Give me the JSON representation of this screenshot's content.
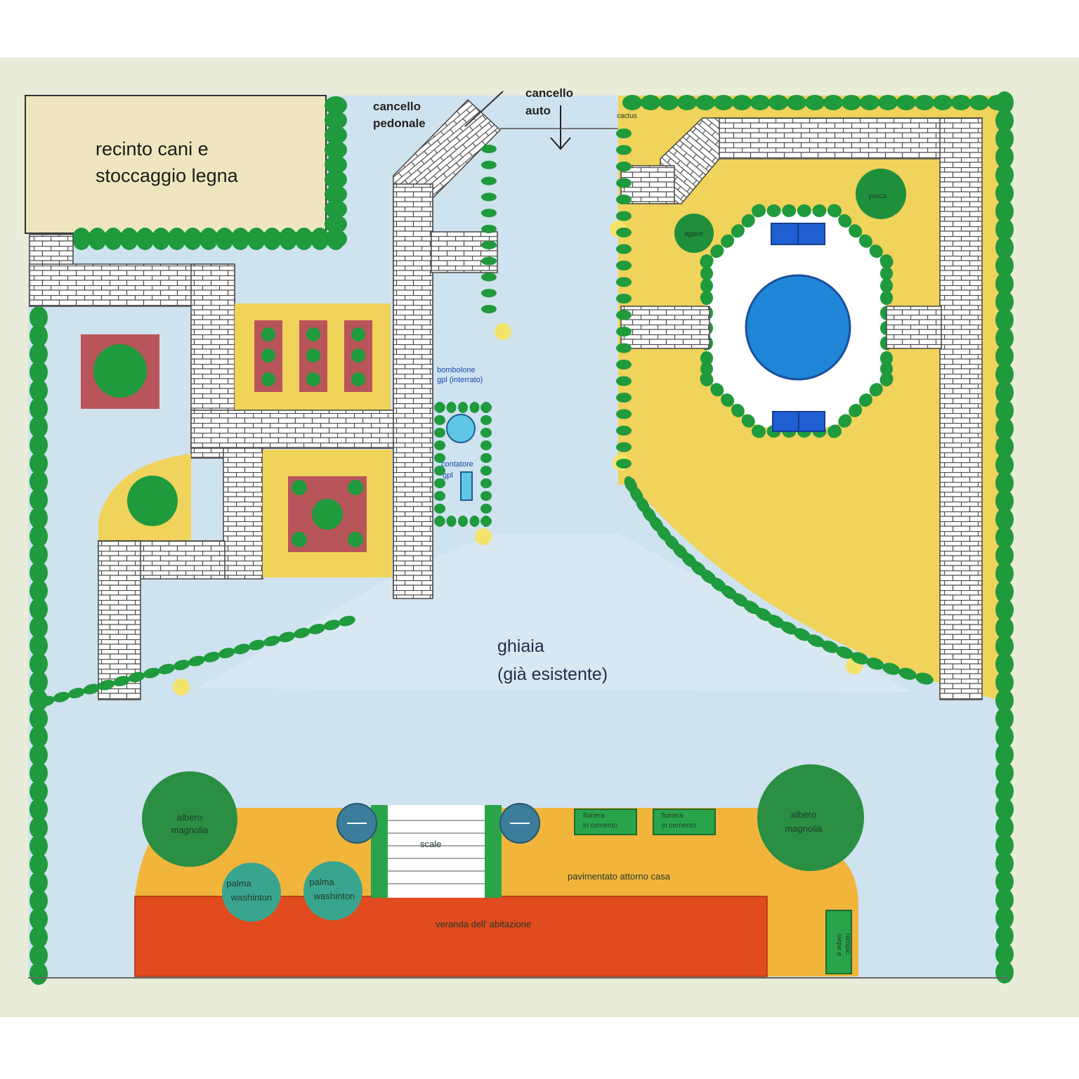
{
  "labels": {
    "dog_area_line1": "recinto cani e",
    "dog_area_line2": "stoccaggio legna",
    "pedestrian_gate_line1": "cancello",
    "pedestrian_gate_line2": "pedonale",
    "car_gate_line1": "cancello",
    "car_gate_line2": "auto",
    "cactus": "cactus",
    "gravel_line1": "ghiaia",
    "gravel_line2": "(già esistente)",
    "gas_tank_line1": "bombolone",
    "gas_tank_line2": "gpl (interrato)",
    "gas_meter_line1": "contatore",
    "gas_meter_line2": "gpl",
    "yucca": "yucca",
    "agave": "agave",
    "magnolia_left_line1": "albero",
    "magnolia_left_line2": "magnolia",
    "magnolia_right_line1": "albero",
    "magnolia_right_line2": "magnolia",
    "palm_1_line1": "palma",
    "palm_1_line2": "washinton",
    "palm_2_line1": "palma",
    "palm_2_line2": "washinton",
    "stairs": "scale",
    "planter_1_line1": "fioriera",
    "planter_1_line2": "in cemento",
    "planter_2_line1": "fioriera",
    "planter_2_line2": "in cemento",
    "paving": "pavimentato attorno casa",
    "veranda": "veranda dell' abitazione",
    "side_planter_line1": "siepe e",
    "side_planter_line2": "rampic."
  },
  "colors": {
    "gravel": "#cfe2ef",
    "lawn_yellow": "#f0d35a",
    "hedge_green": "#1f9a3c",
    "tree_green": "#2a8f43",
    "brick_red": "#b8555a",
    "pool_blue": "#1f86d8",
    "veranda_red": "#e14b1e",
    "paving_orange": "#f1b53c",
    "dog_area": "#efe6bf",
    "palm_teal": "#3aa58f",
    "light_yellow": "#f4e36b"
  }
}
